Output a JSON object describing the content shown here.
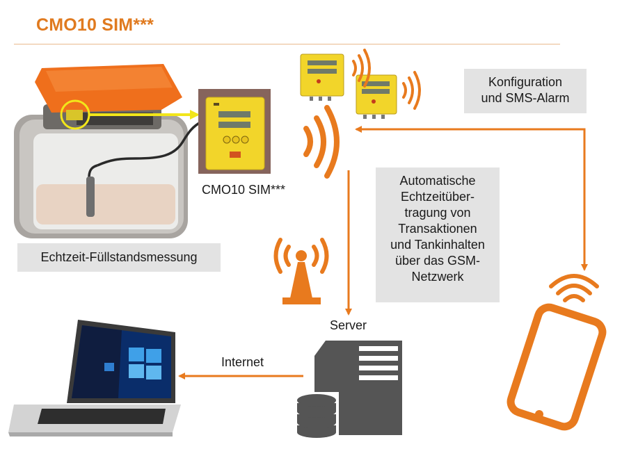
{
  "title": "CMO10 SIM***",
  "labels": {
    "device": "CMO10 SIM***",
    "measurement": "Echtzeit-Füllstandsmessung",
    "configuration": [
      "Konfiguration",
      "und SMS-Alarm"
    ],
    "transmission": [
      "Automatische",
      "Echtzeitüber-",
      "tragung von",
      "Transaktionen",
      "und Tankinhalten",
      "über das GSM-",
      "Netzwerk"
    ],
    "server": "Server",
    "internet": "Internet"
  },
  "colors": {
    "accent": "#e87a1e",
    "highlight": "#f2e61a",
    "gray_box": "#e3e3e3",
    "dark_gray": "#555555"
  },
  "icons": [
    "tank-photo",
    "cmo10-device-photo",
    "remote-unit-icon",
    "wireless-signal-icon",
    "antenna-tower-icon",
    "server-icon",
    "database-icon",
    "laptop-icon",
    "smartphone-icon"
  ]
}
